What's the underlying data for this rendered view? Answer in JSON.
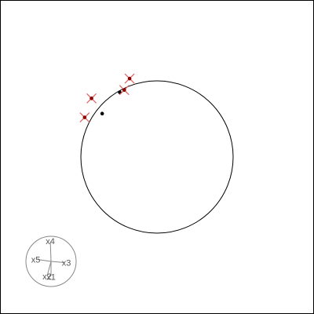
{
  "chart_data": {
    "type": "scatter",
    "title": "",
    "xlabel": "",
    "ylabel": "",
    "xlim": [
      -1.1,
      1.1
    ],
    "ylim": [
      -1.1,
      1.1
    ],
    "grid": false,
    "legend": "none",
    "circle": {
      "center": [
        0,
        0
      ],
      "radius": 1,
      "color": "#000000"
    },
    "series": [
      {
        "marker": "dot",
        "color": "#000000",
        "points": [
          [
            -0.72,
            0.57
          ],
          [
            -0.49,
            0.85
          ]
        ]
      },
      {
        "marker": "cross-dot",
        "color": "#8b0000",
        "points": [
          [
            -0.95,
            0.52
          ],
          [
            -0.86,
            0.77
          ],
          [
            -0.43,
            0.88
          ],
          [
            -0.36,
            1.03
          ]
        ]
      }
    ],
    "inset": {
      "type": "axes-star",
      "color": "#888888",
      "axes": [
        {
          "label": "x1",
          "angle": 270,
          "length": 0.55
        },
        {
          "label": "x2",
          "angle": 255,
          "length": 0.55
        },
        {
          "label": "x3",
          "angle": -5,
          "length": 0.55
        },
        {
          "label": "x4",
          "angle": 92,
          "length": 0.75
        },
        {
          "label": "x5",
          "angle": 172,
          "length": 0.55
        }
      ]
    }
  }
}
